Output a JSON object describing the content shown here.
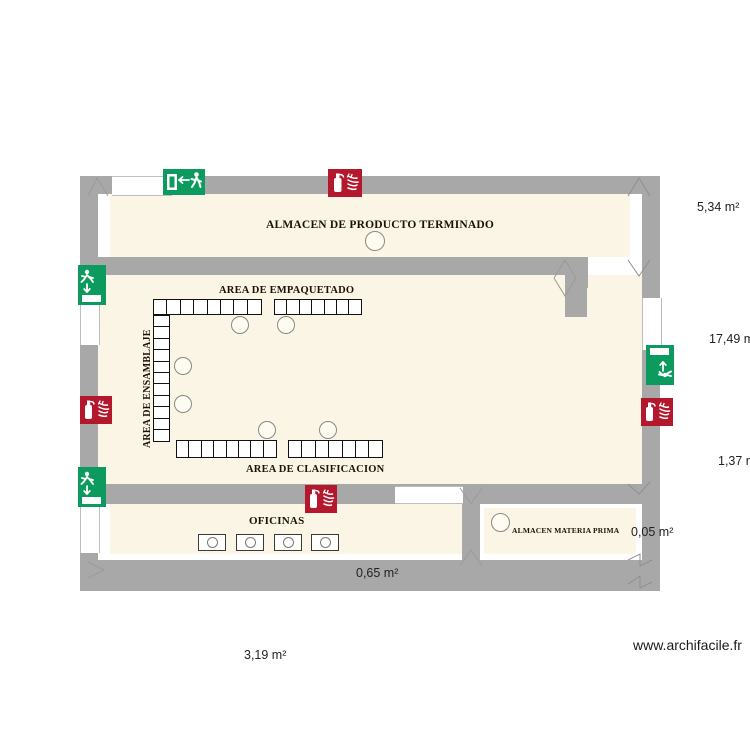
{
  "document": {
    "type": "floor-plan",
    "watermark": "www.archifacile.fr"
  },
  "rooms": [
    {
      "id": "almacen-producto-terminado",
      "label": "ALMACEN DE PRODUCTO TERMINADO",
      "orientation": "horizontal"
    },
    {
      "id": "area-empaquetado",
      "label": "AREA DE EMPAQUETADO",
      "orientation": "horizontal"
    },
    {
      "id": "area-ensamblaje",
      "label": "AREA DE ENSAMBLAJE",
      "orientation": "vertical"
    },
    {
      "id": "area-clasificacion",
      "label": "AREA DE CLASIFICACION",
      "orientation": "horizontal"
    },
    {
      "id": "oficinas",
      "label": "OFICINAS",
      "orientation": "horizontal"
    },
    {
      "id": "almacen-materia-prima",
      "label": "ALMACEN MATERIA PRIMA",
      "orientation": "horizontal"
    }
  ],
  "areas": [
    {
      "id": "area-top-right",
      "value": "5,34 m²"
    },
    {
      "id": "area-mid-right",
      "value": "17,49 m"
    },
    {
      "id": "area-lower-right",
      "value": "1,37 m"
    },
    {
      "id": "area-materia-prima",
      "value": "0,05 m²"
    },
    {
      "id": "area-bottom-wall",
      "value": "0,65 m²"
    },
    {
      "id": "area-below-plan",
      "value": "3,19 m²"
    }
  ],
  "signs": [
    {
      "id": "exit-top-left",
      "kind": "emergency-exit",
      "direction": "left",
      "orientation": "horizontal"
    },
    {
      "id": "extinguisher-top",
      "kind": "fire-extinguisher",
      "orientation": "horizontal"
    },
    {
      "id": "exit-left-upper",
      "kind": "emergency-exit",
      "direction": "down",
      "orientation": "vertical"
    },
    {
      "id": "extinguisher-left",
      "kind": "fire-extinguisher",
      "orientation": "horizontal"
    },
    {
      "id": "exit-left-lower",
      "kind": "emergency-exit",
      "direction": "down",
      "orientation": "vertical"
    },
    {
      "id": "exit-right",
      "kind": "emergency-exit",
      "direction": "up",
      "orientation": "vertical"
    },
    {
      "id": "extinguisher-right",
      "kind": "fire-extinguisher",
      "orientation": "horizontal"
    },
    {
      "id": "extinguisher-bottom",
      "kind": "fire-extinguisher",
      "orientation": "horizontal"
    }
  ],
  "colors": {
    "wall": "#a8a8a8",
    "floor": "#faf5e4",
    "exit_sign": "#0c9a5e",
    "extinguisher_sign": "#b4182d",
    "text": "#1c1208",
    "background": "#ffffff"
  },
  "furniture": {
    "office_desks_count": 4,
    "assembly_circles_count": 6,
    "storage_circles_count": 2
  }
}
